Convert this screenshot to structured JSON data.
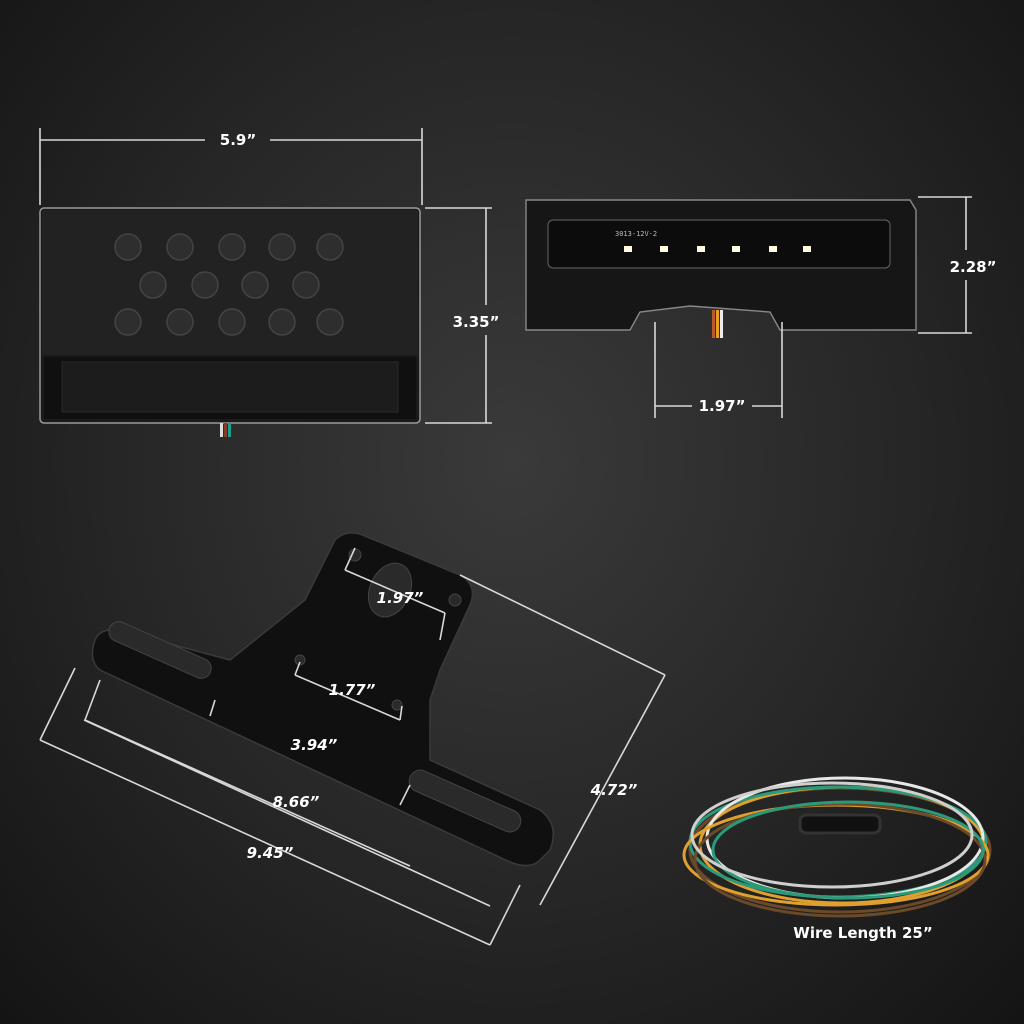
{
  "front_view": {
    "width_label": "5.9”",
    "height_label": "3.35”"
  },
  "side_view": {
    "height_label": "2.28”",
    "mount_spacing_label": "1.97”",
    "pcb_marking": "3013-12V-2"
  },
  "bracket": {
    "top_hole_spacing_label": "1.97”",
    "mid_hole_spacing_label": "1.77”",
    "slot_spacing_label": "3.94”",
    "inner_length_label": "8.66”",
    "overall_length_label": "9.45”",
    "height_label": "4.72”"
  },
  "wire": {
    "label": "Wire Length 25”"
  }
}
